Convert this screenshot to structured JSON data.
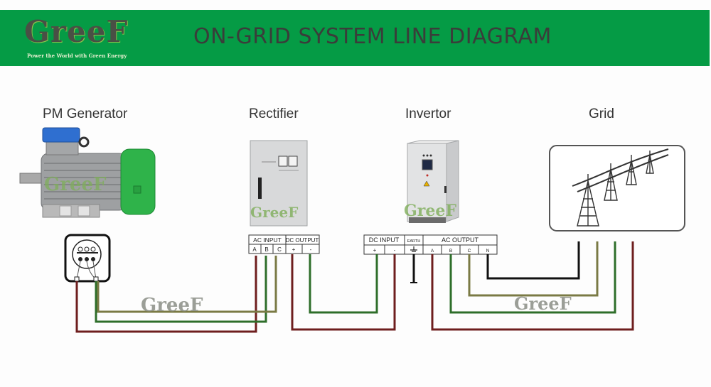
{
  "header": {
    "brand": "GreeF",
    "tagline": "Power the World with Green Energy",
    "title": "ON-GRID SYSTEM LINE DIAGRAM"
  },
  "colors": {
    "header_green": "#059b45",
    "wire_red": "#6e1e1e",
    "wire_green": "#2e6e2a",
    "wire_olive": "#7a7a45",
    "wire_black": "#111111",
    "generator_green": "#2fb34a",
    "generator_cover_blue": "#2f6fd0"
  },
  "components": [
    {
      "id": "generator",
      "label": "PM Generator",
      "icon": "pm-generator-image"
    },
    {
      "id": "rectifier",
      "label": "Rectifier",
      "icon": "rectifier-cabinet-image"
    },
    {
      "id": "inverter",
      "label": "Invertor",
      "icon": "inverter-cabinet-image"
    },
    {
      "id": "grid",
      "label": "Grid",
      "icon": "power-transmission-towers-icon"
    }
  ],
  "rectifier_terminals": {
    "ac_input_label": "AC INPUT",
    "dc_output_label": "DC OUTPUT",
    "ac_pins": [
      "A",
      "B",
      "C"
    ],
    "dc_pins": [
      "+",
      "-"
    ]
  },
  "inverter_terminals": {
    "dc_input_label": "DC INPUT",
    "earth_label": "EARTH",
    "ac_output_label": "AC OUTPUT",
    "dc_pins": [
      "+",
      "-"
    ],
    "ac_pins": [
      "A",
      "B",
      "C",
      "N"
    ]
  },
  "watermark": "GreeF"
}
